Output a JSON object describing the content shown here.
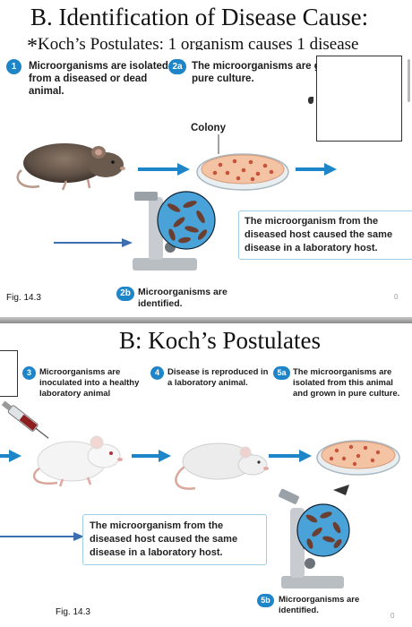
{
  "slide1": {
    "title": "B. Identification of Disease Cause:",
    "subtitle_prefix": "*",
    "subtitle": "Koch’s Postulates: 1 organism causes 1 disease",
    "step1": {
      "num": "1",
      "text": "Microorganisms are isolated from a diseased or dead animal."
    },
    "step2a": {
      "num": "2a",
      "text": "The microorganisms are grown in pure culture."
    },
    "colony_label": "Colony",
    "callout": "The microorganism from the diseased host caused the same disease in a laboratory host.",
    "step2b": {
      "num": "2b",
      "text": "Microorganisms are identified."
    },
    "fig": "Fig. 14.3",
    "page_mark": "0"
  },
  "slide2": {
    "title": "B: Koch’s Postulates",
    "step3": {
      "num": "3",
      "text": "Microorganisms are inoculated into a healthy laboratory animal"
    },
    "step4": {
      "num": "4",
      "text": "Disease is reproduced in a laboratory animal."
    },
    "step5a": {
      "num": "5a",
      "text": "The microorganisms are isolated from this animal and grown in pure culture."
    },
    "callout": "The microorganism from the diseased host caused the same disease in a laboratory host.",
    "step5b": {
      "num": "5b",
      "text": "Microorganisms are identified."
    },
    "fig": "Fig. 14.3",
    "page_mark": "0"
  },
  "colors": {
    "badge": "#1e86c8",
    "arrow": "#1e86c8",
    "callout_border": "#9ecde6",
    "divider": "#9a9a9a"
  }
}
